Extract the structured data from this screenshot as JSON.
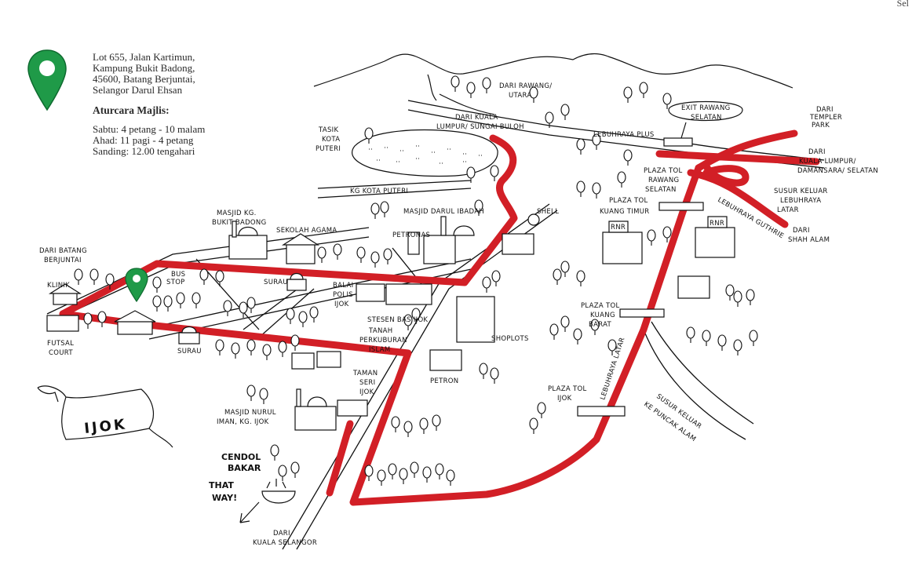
{
  "address": {
    "lines": [
      "Lot 655, Jalan Kartimun,",
      "Kampung Bukit Badong,",
      "45600, Batang Berjuntai,",
      "Selangor Darul Ehsan"
    ]
  },
  "schedule": {
    "heading": "Aturcara Majlis:",
    "items": [
      "Sabtu: 4 petang - 10 malam",
      "Ahad: 11 pagi - 4 petang",
      "Sanding: 12.00 tengahari"
    ]
  },
  "corner_text": "Sel",
  "town_banner": "IJOK",
  "colors": {
    "road": "#d21f26",
    "pin": "#1f9a48",
    "ink": "#111111"
  },
  "icons": {
    "location_pin": "map-pin-icon",
    "arrow": "arrow-icon"
  },
  "labels": {
    "dari_rawang_utara": [
      "DARI RAWANG/",
      "UTARA"
    ],
    "dari_kl_sungai_buloh": [
      "DARI KUALA",
      "LUMPUR/ SUNGAI BULOH"
    ],
    "tasik_kota_puteri": [
      "TASIK",
      "KOTA",
      "PUTERI"
    ],
    "kg_kota_puteri": "KG KOTA PUTERI",
    "lebuhraya_plus": "LEBUHRAYA PLUS",
    "exit_rawang_selatan": [
      "EXIT RAWANG",
      "SELATAN"
    ],
    "dari_templer_park": [
      "DARI",
      "TEMPLER",
      "PARK"
    ],
    "dari_kl_damansara_selatan": [
      "DARI",
      "KUALA LUMPUR/",
      "DAMANSARA/ SELATAN"
    ],
    "plaza_tol_rawang_selatan": [
      "PLAZA TOL",
      "RAWANG",
      "SELATAN"
    ],
    "susur_keluar_lebuhraya_latar": [
      "SUSUR KELUAR",
      "LEBUHRAYA",
      "LATAR"
    ],
    "lebuhraya_guthrie": "LEBUHRAYA GUTHRIE",
    "dari_shah_alam": [
      "DARI",
      "SHAH ALAM"
    ],
    "plaza_tol_kuang_timur": [
      "PLAZA TOL",
      "KUANG TIMUR"
    ],
    "shell": "SHELL",
    "masjid_darul_ibadah": "MASJID DARUL IBADAH",
    "masjid_kg_bukit_badong": [
      "MASJID KG.",
      "BUKIT BADONG"
    ],
    "sekolah_agama": "SEKOLAH AGAMA",
    "petronas": "PETRONAS",
    "dari_batang_berjuntai": [
      "DARI BATANG",
      "BERJUNTAI"
    ],
    "klinik": "KLINIK",
    "bus_stop": [
      "BUS",
      "STOP"
    ],
    "surau_1": "SURAU",
    "balai_polis_ijok": [
      "BALAI",
      "POLIS",
      "IJOK"
    ],
    "stesen_bas_ijok": "STESEN BAS IJOK",
    "tanah_perkuburan_islam": [
      "TANAH",
      "PERKUBURAN",
      "ISLAM"
    ],
    "shoplots": "SHOPLOTS",
    "futsal_court": [
      "FUTSAL",
      "COURT"
    ],
    "surau_2": "SURAU",
    "taman_seri_ijok": [
      "TAMAN",
      "SERI",
      "IJOK"
    ],
    "petron": "PETRON",
    "masjid_nurul_iman": [
      "MASJID NURUL",
      "IMAN, KG. IJOK"
    ],
    "plaza_tol_kuang_barat": [
      "PLAZA TOL",
      "KUANG",
      "BARAT"
    ],
    "plaza_tol_ijok": [
      "PLAZA TOL",
      "IJOK"
    ],
    "lebuhraya_latar": "LEBUHRAYA LATAR",
    "susur_keluar_puncak_alam": [
      "SUSUR KELUAR",
      "KE PUNCAK ALAM"
    ],
    "cendol_bakar": [
      "CENDOL",
      "BAKAR"
    ],
    "that_way": [
      "THAT",
      "WAY!"
    ],
    "dari_kuala_selangor": [
      "DARI",
      "KUALA SELANGOR"
    ],
    "rnr_1": "RNR",
    "rnr_2": "RNR"
  }
}
